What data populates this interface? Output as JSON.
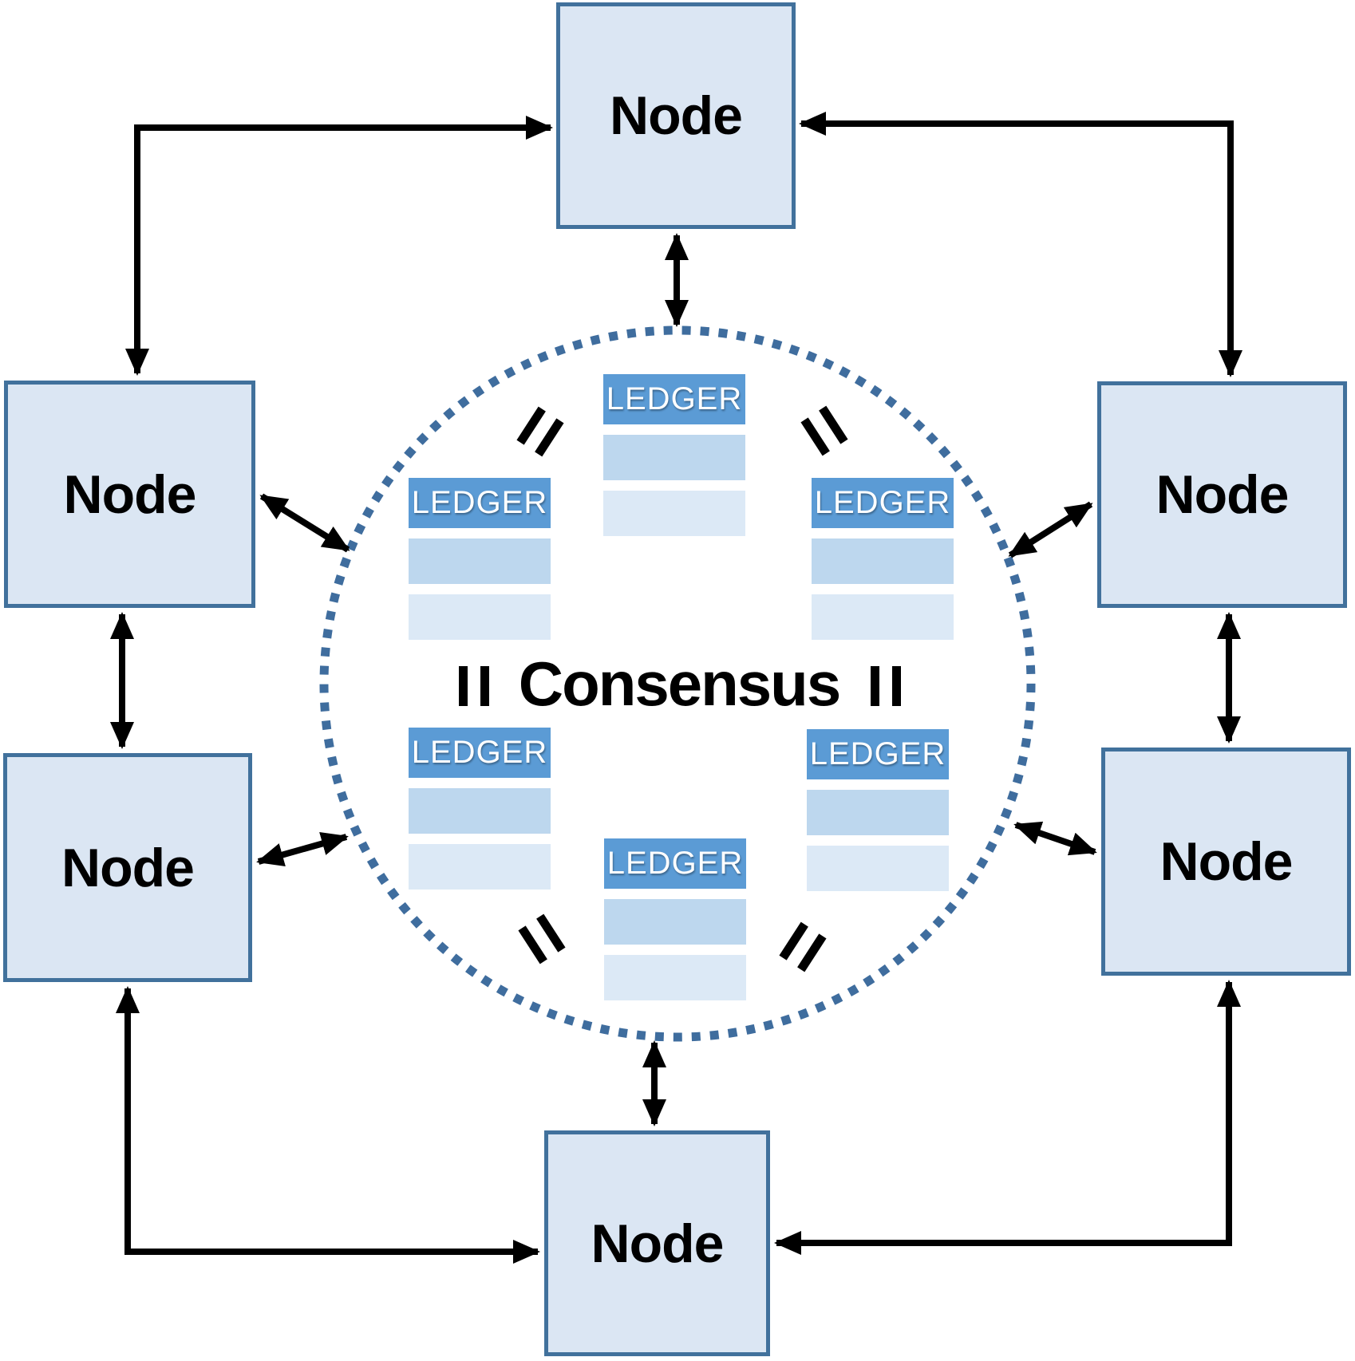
{
  "diagram": {
    "center_label": "Consensus",
    "nodes": [
      {
        "id": "top",
        "label": "Node"
      },
      {
        "id": "left-upper",
        "label": "Node"
      },
      {
        "id": "left-lower",
        "label": "Node"
      },
      {
        "id": "right-upper",
        "label": "Node"
      },
      {
        "id": "right-lower",
        "label": "Node"
      },
      {
        "id": "bottom",
        "label": "Node"
      }
    ],
    "ledgers": [
      {
        "id": "top-center",
        "label": "LEDGER",
        "rows": 2
      },
      {
        "id": "mid-left",
        "label": "LEDGER",
        "rows": 2
      },
      {
        "id": "mid-right",
        "label": "LEDGER",
        "rows": 2
      },
      {
        "id": "lower-left",
        "label": "LEDGER",
        "rows": 2
      },
      {
        "id": "lower-right",
        "label": "LEDGER",
        "rows": 2
      },
      {
        "id": "bottom-center",
        "label": "LEDGER",
        "rows": 2
      }
    ],
    "equals_icon_count": 6,
    "connector_style": "double-headed-arrows",
    "colors": {
      "node_fill": "#dbe6f3",
      "node_border": "#41719c",
      "ledger_header": "#5b9bd5",
      "ledger_row_mid": "#bdd7ee",
      "ledger_row_light": "#dce9f6",
      "circle_dot": "#3f6d9e",
      "arrow": "#000000",
      "ledger_text": "#ffffff",
      "label_text": "#000000"
    }
  }
}
